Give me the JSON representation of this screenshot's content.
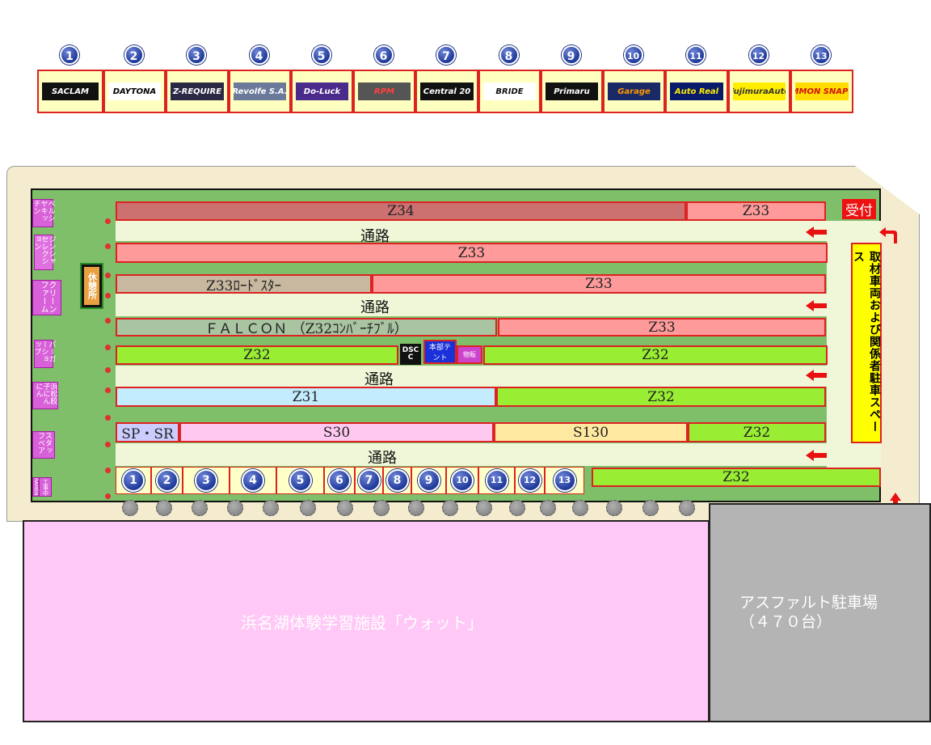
{
  "logos": [
    {
      "num": "1",
      "text": "SACLAM",
      "bg": "#111111",
      "fg": "#ffffff"
    },
    {
      "num": "2",
      "text": "DAYTONA",
      "bg": "#ffffff",
      "fg": "#000000"
    },
    {
      "num": "3",
      "text": "Z-REQUIRE",
      "bg": "#2a2a44",
      "fg": "#ffffff"
    },
    {
      "num": "4",
      "text": "Revolfe S.A.",
      "bg": "#6b7a9a",
      "fg": "#ffffff"
    },
    {
      "num": "5",
      "text": "Do-Luck",
      "bg": "#4a2a8a",
      "fg": "#ffffff"
    },
    {
      "num": "6",
      "text": "RPM",
      "bg": "#555555",
      "fg": "#ff4040"
    },
    {
      "num": "7",
      "text": "Central 20",
      "bg": "#111111",
      "fg": "#ffffff"
    },
    {
      "num": "8",
      "text": "BRIDE",
      "bg": "#ffffff",
      "fg": "#111111"
    },
    {
      "num": "9",
      "text": "Primaru",
      "bg": "#111111",
      "fg": "#ffffff"
    },
    {
      "num": "10",
      "text": "Garage",
      "bg": "#1a2a66",
      "fg": "#ff9900"
    },
    {
      "num": "11",
      "text": "Auto Real",
      "bg": "#0a1a6a",
      "fg": "#ffee00"
    },
    {
      "num": "12",
      "text": "FujimuraAuto",
      "bg": "#ffee00",
      "fg": "#333333"
    },
    {
      "num": "13",
      "text": "COMMON SNAPPER",
      "bg": "#ffdd00",
      "fg": "#d01010"
    }
  ],
  "rows": {
    "r1a": "Z34",
    "r1b": "Z33",
    "r2": "Z33",
    "r3a": "Z33ﾛｰﾄﾞｽﾀｰ",
    "r3b": "Z33",
    "r4a": "ＦＡＬＣＯＮ （Z32ｺﾝﾊﾞｰﾁﾌﾞﾙ）",
    "r4b": "Z33",
    "r5a": "Z32",
    "r5b": "Z32",
    "r6a": "Z31",
    "r6b": "Z32",
    "r7a": "SP・SR",
    "r7b": "S30",
    "r7c": "S130",
    "r7d": "Z32",
    "r8": "Z32"
  },
  "aisles": [
    "通路",
    "通路",
    "通路",
    "通路"
  ],
  "reception": "受付",
  "press_parking": "取材車両および関係者駐車スペース",
  "rest_area": "休憩所",
  "hq_tent": "本部テント",
  "dscc": "DSCC",
  "merch": "物販",
  "vendors": [
    "ベルシヤキッチン",
    "ジンシャセレクション",
    "クリーンファーム",
    "バーガーショップ",
    "浜松餃子にんにん",
    "スタッフベア",
    "工事中",
    "RAMEN"
  ],
  "spot_numbers": [
    "1",
    "2",
    "3",
    "4",
    "5",
    "6",
    "7",
    "8",
    "9",
    "10",
    "11",
    "12",
    "13"
  ],
  "building": "浜名湖体験学習施設「ウォット」",
  "parking_lot_line1": "アスファルト駐車場",
  "parking_lot_line2": "（４７０台）",
  "colors": {
    "venue_green": "#7fbf6a",
    "aisle": "#f0f7d8",
    "z34": "#cc7070",
    "z33": "#ff9a9a",
    "z33rs": "#c8b8a0",
    "falcon": "#a8c4a0",
    "z32": "#99ee33",
    "z31": "#c4ecff",
    "sp": "#ccccff",
    "s30": "#ffc8f0",
    "s130": "#ffe8a0",
    "building": "#ffc8f6",
    "asphalt": "#b4b4b4",
    "outer": "#f5ecd0",
    "press": "#ffff00"
  }
}
